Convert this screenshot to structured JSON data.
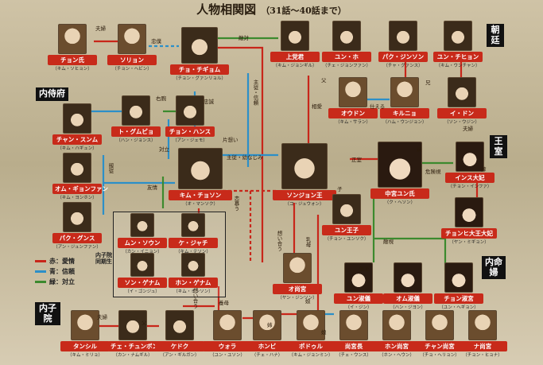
{
  "title": {
    "main": "人物相関図",
    "sub": "（31話～40話まで）"
  },
  "sections": {
    "court": "朝廷",
    "naijifu": "内侍府",
    "royal": "王室",
    "inner_ladies": "内命婦",
    "naishi_in": "内子院"
  },
  "legend": {
    "red": "赤：愛情",
    "blue": "青：信頼",
    "green": "緑：対立",
    "colors": {
      "red": "#c8261a",
      "blue": "#2c8fc8",
      "green": "#3c8a2e"
    }
  },
  "group_label": "内子院\n同期生",
  "characters": {
    "chon": {
      "name": "チョン氏",
      "reading": "（キム・ソヒョン）"
    },
    "sorian": {
      "name": "ソリョン",
      "reading": "（チョン・ヘビン）"
    },
    "chichigyo": {
      "name": "チョ・チギョム",
      "reading": "（チョン・グァンリョル）"
    },
    "sangtang": {
      "name": "上党君",
      "reading": "（キム・ジョンギル）"
    },
    "unho": {
      "name": "ユン・ホ",
      "reading": "（チェ・ジョンファン）"
    },
    "pak": {
      "name": "パク・ジンソン",
      "reading": "（チャ・グァンス）"
    },
    "yunchi": {
      "name": "ユン・チヒョン",
      "reading": "（キム・ウンチャン）"
    },
    "odon": {
      "name": "オウドン",
      "reading": "（キム・サラン）"
    },
    "kirunyo": {
      "name": "キルニョ",
      "reading": "（ハム・ウンジョン）"
    },
    "idon": {
      "name": "イ・ドン",
      "reading": "（ソン・ウジン）"
    },
    "togum": {
      "name": "ト・グムピョ",
      "reading": "（ハン・ジョンス）"
    },
    "chonhansu": {
      "name": "チョン・ハンス",
      "reading": "（アン・ジェモ）"
    },
    "chansun": {
      "name": "チャン・スンム",
      "reading": "（キム・ハギュン）"
    },
    "omu": {
      "name": "オム・ギョンファン",
      "reading": "（キム・ヨンホン）"
    },
    "pakgun": {
      "name": "パク・グンス",
      "reading": "（アン・ジュンファン）"
    },
    "kimchoson": {
      "name": "キム・チョソン",
      "reading": "（オ・マンソク）"
    },
    "songjong": {
      "name": "ソンジョン王",
      "reading": "（コ・ジュウォン）"
    },
    "queen": {
      "name": "中宮ユン氏",
      "reading": "（ク・ヘソン）"
    },
    "insu": {
      "name": "インス大妃",
      "reading": "（チョン・インファ）"
    },
    "yunwang": {
      "name": "ユン王子",
      "reading": "（チョン・ユンソク）"
    },
    "chonghi": {
      "name": "チョンヒ大王大妃",
      "reading": "（ヤン・ミギョン）"
    },
    "mun": {
      "name": "ムン・ソウン",
      "reading": "（カン・イニョン）"
    },
    "kejachi": {
      "name": "ケ・ジャチ",
      "reading": "（キム・テソン）"
    },
    "sonjen": {
      "name": "ソン・ゲナム",
      "reading": "（イ・ゴンジュ）"
    },
    "hongen": {
      "name": "ホン・ゲナム",
      "reading": "（キム・ミンソン）"
    },
    "osanggung": {
      "name": "オ尚宮",
      "reading": "（ヤン・ジンソン）"
    },
    "yunsuk": {
      "name": "ユン淑儀",
      "reading": "（イ・ジン）"
    },
    "omsuk": {
      "name": "オム淑儀",
      "reading": "（ハン・ジヨン）"
    },
    "chonsuk": {
      "name": "チョン淑宮",
      "reading": "（ユン・ヘギョン）"
    },
    "tansil": {
      "name": "タンシル",
      "reading": "（キム・ミリョ）"
    },
    "choe": {
      "name": "チェ・チュンボン",
      "reading": "（カン・ナムギル）"
    },
    "kedoku": {
      "name": "ケドク",
      "reading": "（アン・ギルガン）"
    },
    "ura": {
      "name": "ウォラ",
      "reading": "（ユン・ユソン）"
    },
    "honbi": {
      "name": "ホンビ",
      "reading": "（チェ・ハナ）"
    },
    "podoru": {
      "name": "ポドゥル",
      "reading": "（キム・ジョンミン）"
    },
    "sanggungjang": {
      "name": "尚宮長",
      "reading": "（チェ・ウンス）"
    },
    "hon_sg": {
      "name": "ホン尚宮",
      "reading": "（ホン・ヘウン）"
    },
    "chan_sg": {
      "name": "チャン尚宮",
      "reading": "（チョ・ヘリョン）"
    },
    "na_sg": {
      "name": "ナ尚宮",
      "reading": "（チョン・ヒョナ）"
    }
  },
  "relations": {
    "fufu1": "夫婦",
    "chugen": "忠僕",
    "tekitai": "敵対",
    "shujuu": "主従・信頼",
    "ani": "兄",
    "fu": "父",
    "tsukaeru": "仕える",
    "soai": "相愛",
    "fufu2": "夫婦",
    "uwan": "右腕",
    "chuusei": "忠誠",
    "kataomoi": "片想い",
    "taiji": "対立",
    "shujuu2": "主従・幼なじみ",
    "imouto": "妹",
    "seishitsu": "正室",
    "kiken": "危険視",
    "yome": "嫁",
    "ko": "子",
    "tekishi": "敵視",
    "yuujou": "友情",
    "fukujuu": "服従",
    "renbo": "恋慕う",
    "omoiau": "想い合う",
    "nyubo": "乳母",
    "sokushitsu": "側室",
    "musume": "娘",
    "fufu3": "夫婦",
    "fu2": "父",
    "youbo": "養母",
    "omoiau2": "想い合う",
    "shimai": "姉",
    "musume2": "娘"
  }
}
